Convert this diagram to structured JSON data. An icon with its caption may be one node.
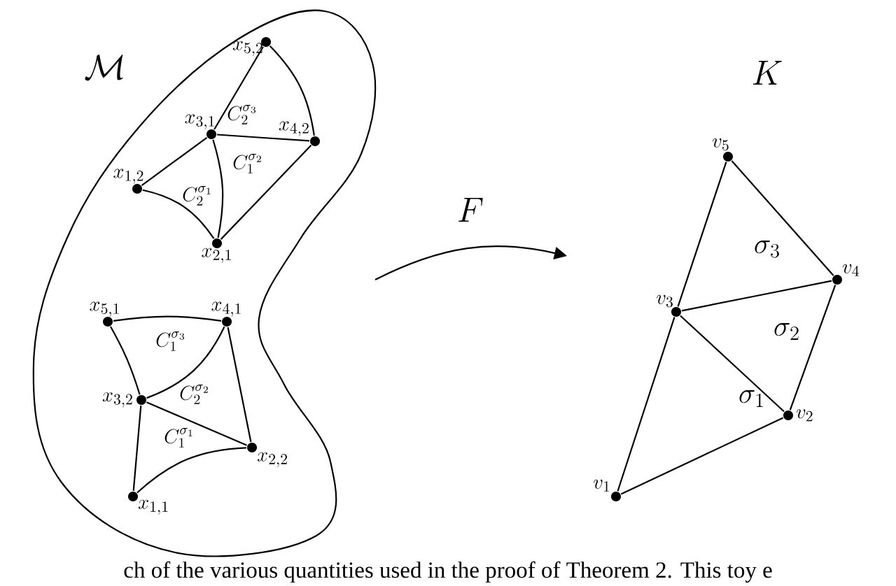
{
  "diagram": {
    "caption": "ch of the various quantities used in the proof of Theorem 2. This toy e",
    "nodes": [
      {
        "text": [
          "\\mathcal{M}"
        ]
      },
      {
        "text": [
          "x_{5,2}"
        ],
        "in": 0
      },
      {
        "text": [
          "x_{3,1}"
        ],
        "in": 0
      },
      {
        "text": [
          "x_{4,2}"
        ],
        "in": 0
      },
      {
        "text": [
          "x_{1,2}"
        ],
        "in": 0
      },
      {
        "text": [
          "x_{2,1}"
        ],
        "in": 0
      },
      {
        "text": [
          "x_{5,1}"
        ],
        "in": 0
      },
      {
        "text": [
          "x_{4,1}"
        ],
        "in": 0
      },
      {
        "text": [
          "x_{3,2}"
        ],
        "in": 0
      },
      {
        "text": [
          "x_{2,2}"
        ],
        "in": 0
      },
      {
        "text": [
          "x_{1,1}"
        ],
        "in": 0
      },
      {
        "text": [
          "v_5"
        ]
      },
      {
        "text": [
          "v_4"
        ]
      },
      {
        "text": [
          "v_3"
        ]
      },
      {
        "text": [
          "v_2"
        ]
      },
      {
        "text": [
          "v_1"
        ]
      }
    ],
    "edges": [
      {
        "from": 1,
        "to": 2,
        "arrow": "none"
      },
      {
        "from": 1,
        "to": 3,
        "arrow": "none"
      },
      {
        "from": 2,
        "to": 3,
        "arrow": "none"
      },
      {
        "from": 2,
        "to": 4,
        "arrow": "none"
      },
      {
        "from": 4,
        "to": 5,
        "arrow": "none"
      },
      {
        "from": 2,
        "to": 5,
        "arrow": "none"
      },
      {
        "from": 3,
        "to": 5,
        "arrow": "none"
      },
      {
        "from": 6,
        "to": 7,
        "arrow": "none"
      },
      {
        "from": 6,
        "to": 8,
        "arrow": "none"
      },
      {
        "from": 7,
        "to": 8,
        "arrow": "none"
      },
      {
        "from": 7,
        "to": 9,
        "arrow": "none"
      },
      {
        "from": 8,
        "to": 9,
        "arrow": "none"
      },
      {
        "from": 8,
        "to": 10,
        "arrow": "none"
      },
      {
        "from": 10,
        "to": 9,
        "arrow": "none"
      },
      {
        "from": 11,
        "to": 13,
        "arrow": "none"
      },
      {
        "from": 11,
        "to": 12,
        "arrow": "none"
      },
      {
        "from": 13,
        "to": 12,
        "arrow": "none"
      },
      {
        "from": 13,
        "to": 15,
        "arrow": "none"
      },
      {
        "from": 13,
        "to": 14,
        "arrow": "none"
      },
      {
        "from": 12,
        "to": 14,
        "arrow": "none"
      },
      {
        "from": 15,
        "to": 14,
        "arrow": "none"
      }
    ],
    "labels": [
      "F",
      "C_2^{\\sigma_3}",
      "C_1^{\\sigma_2}",
      "C_2^{\\sigma_1}",
      "C_1^{\\sigma_3}",
      "C_2^{\\sigma_2}",
      "C_1^{\\sigma_1}",
      "K",
      "\\sigma_3",
      "\\sigma_2",
      "\\sigma_1"
    ]
  }
}
